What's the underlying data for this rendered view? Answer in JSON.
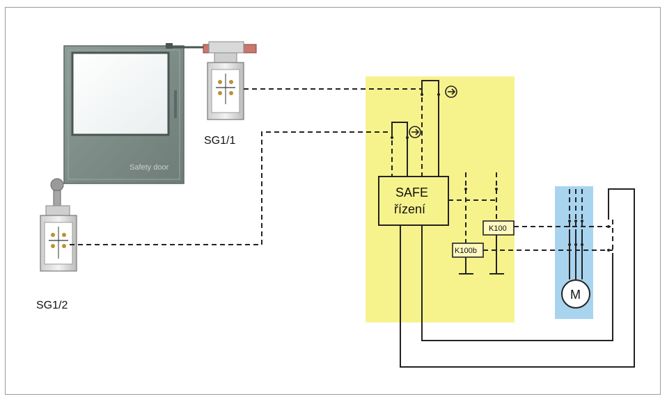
{
  "labels": {
    "switch_top": "SG1/1",
    "switch_left": "SG1/2",
    "door_text": "Safety door",
    "controller_line1": "SAFE",
    "controller_line2": "řízení",
    "contactor_1": "K100",
    "contactor_2": "K100b",
    "motor": "M"
  },
  "icons": {
    "switch": "limit-switch-icon",
    "roller": "roller-lever-icon",
    "motor": "motor-icon",
    "arrow": "arrow-circle-icon"
  },
  "colors": {
    "safety_zone": "#f7f38c",
    "power_zone": "#a9d4ef",
    "door_frame": "#7f8d88",
    "door_glass": "#ffffff",
    "wire": "#222222"
  }
}
